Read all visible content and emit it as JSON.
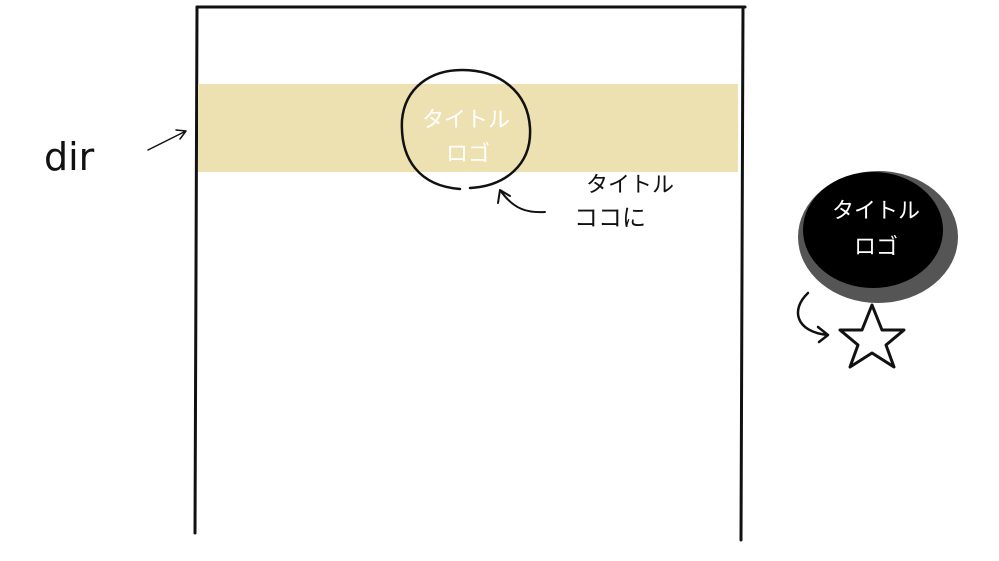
{
  "colors": {
    "background": "#ffffff",
    "stroke": "#111111",
    "band": "#ede1b1",
    "logo_fill_dark": "#000000",
    "logo_shadow": "#555555",
    "logo_text_light": "#ffffff"
  },
  "left_label": "dir",
  "logo_in_band": {
    "line1": "タイトル",
    "line2": "ロゴ"
  },
  "annotation": {
    "line1": "タイトル",
    "line2": "ココに"
  },
  "logo_dark": {
    "line1": "タイトル",
    "line2": "ロゴ"
  },
  "icons": {
    "star": "star-icon",
    "arrow": "curved-arrow-icon"
  }
}
